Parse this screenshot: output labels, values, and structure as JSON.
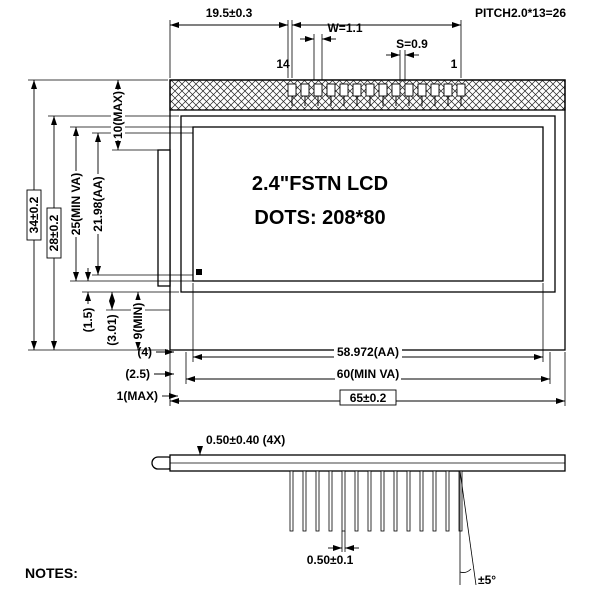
{
  "drawing": {
    "top": {
      "dim_19_5": "19.5±0.3",
      "pitch": "PITCH2.0*13=26",
      "pin_width": "W=1.1",
      "pin_gap": "S=0.9",
      "pin_14": "14",
      "pin_1": "1"
    },
    "display": {
      "line1": "2.4\"FSTN LCD",
      "line2": "DOTS: 208*80"
    },
    "left": {
      "h_total": "34±0.2",
      "h_outline": "28±0.2",
      "h_va": "25(MIN VA)",
      "h_aa": "21.98(AA)",
      "top_max": "10(MAX)",
      "d15": "(1.5)",
      "d301": "(3.01)",
      "d9min": "9(MIN)",
      "d4": "(4)",
      "d25": "(2.5)",
      "d1max": "1(MAX)"
    },
    "bottom": {
      "w_aa": "58.972(AA)",
      "w_va": "60(MIN VA)",
      "w_total": "65±0.2"
    },
    "side": {
      "thickness": "0.50±0.40 (4X)",
      "lead_thickness": "0.50±0.1",
      "angle": "±5°"
    },
    "notes": "NOTES:"
  }
}
